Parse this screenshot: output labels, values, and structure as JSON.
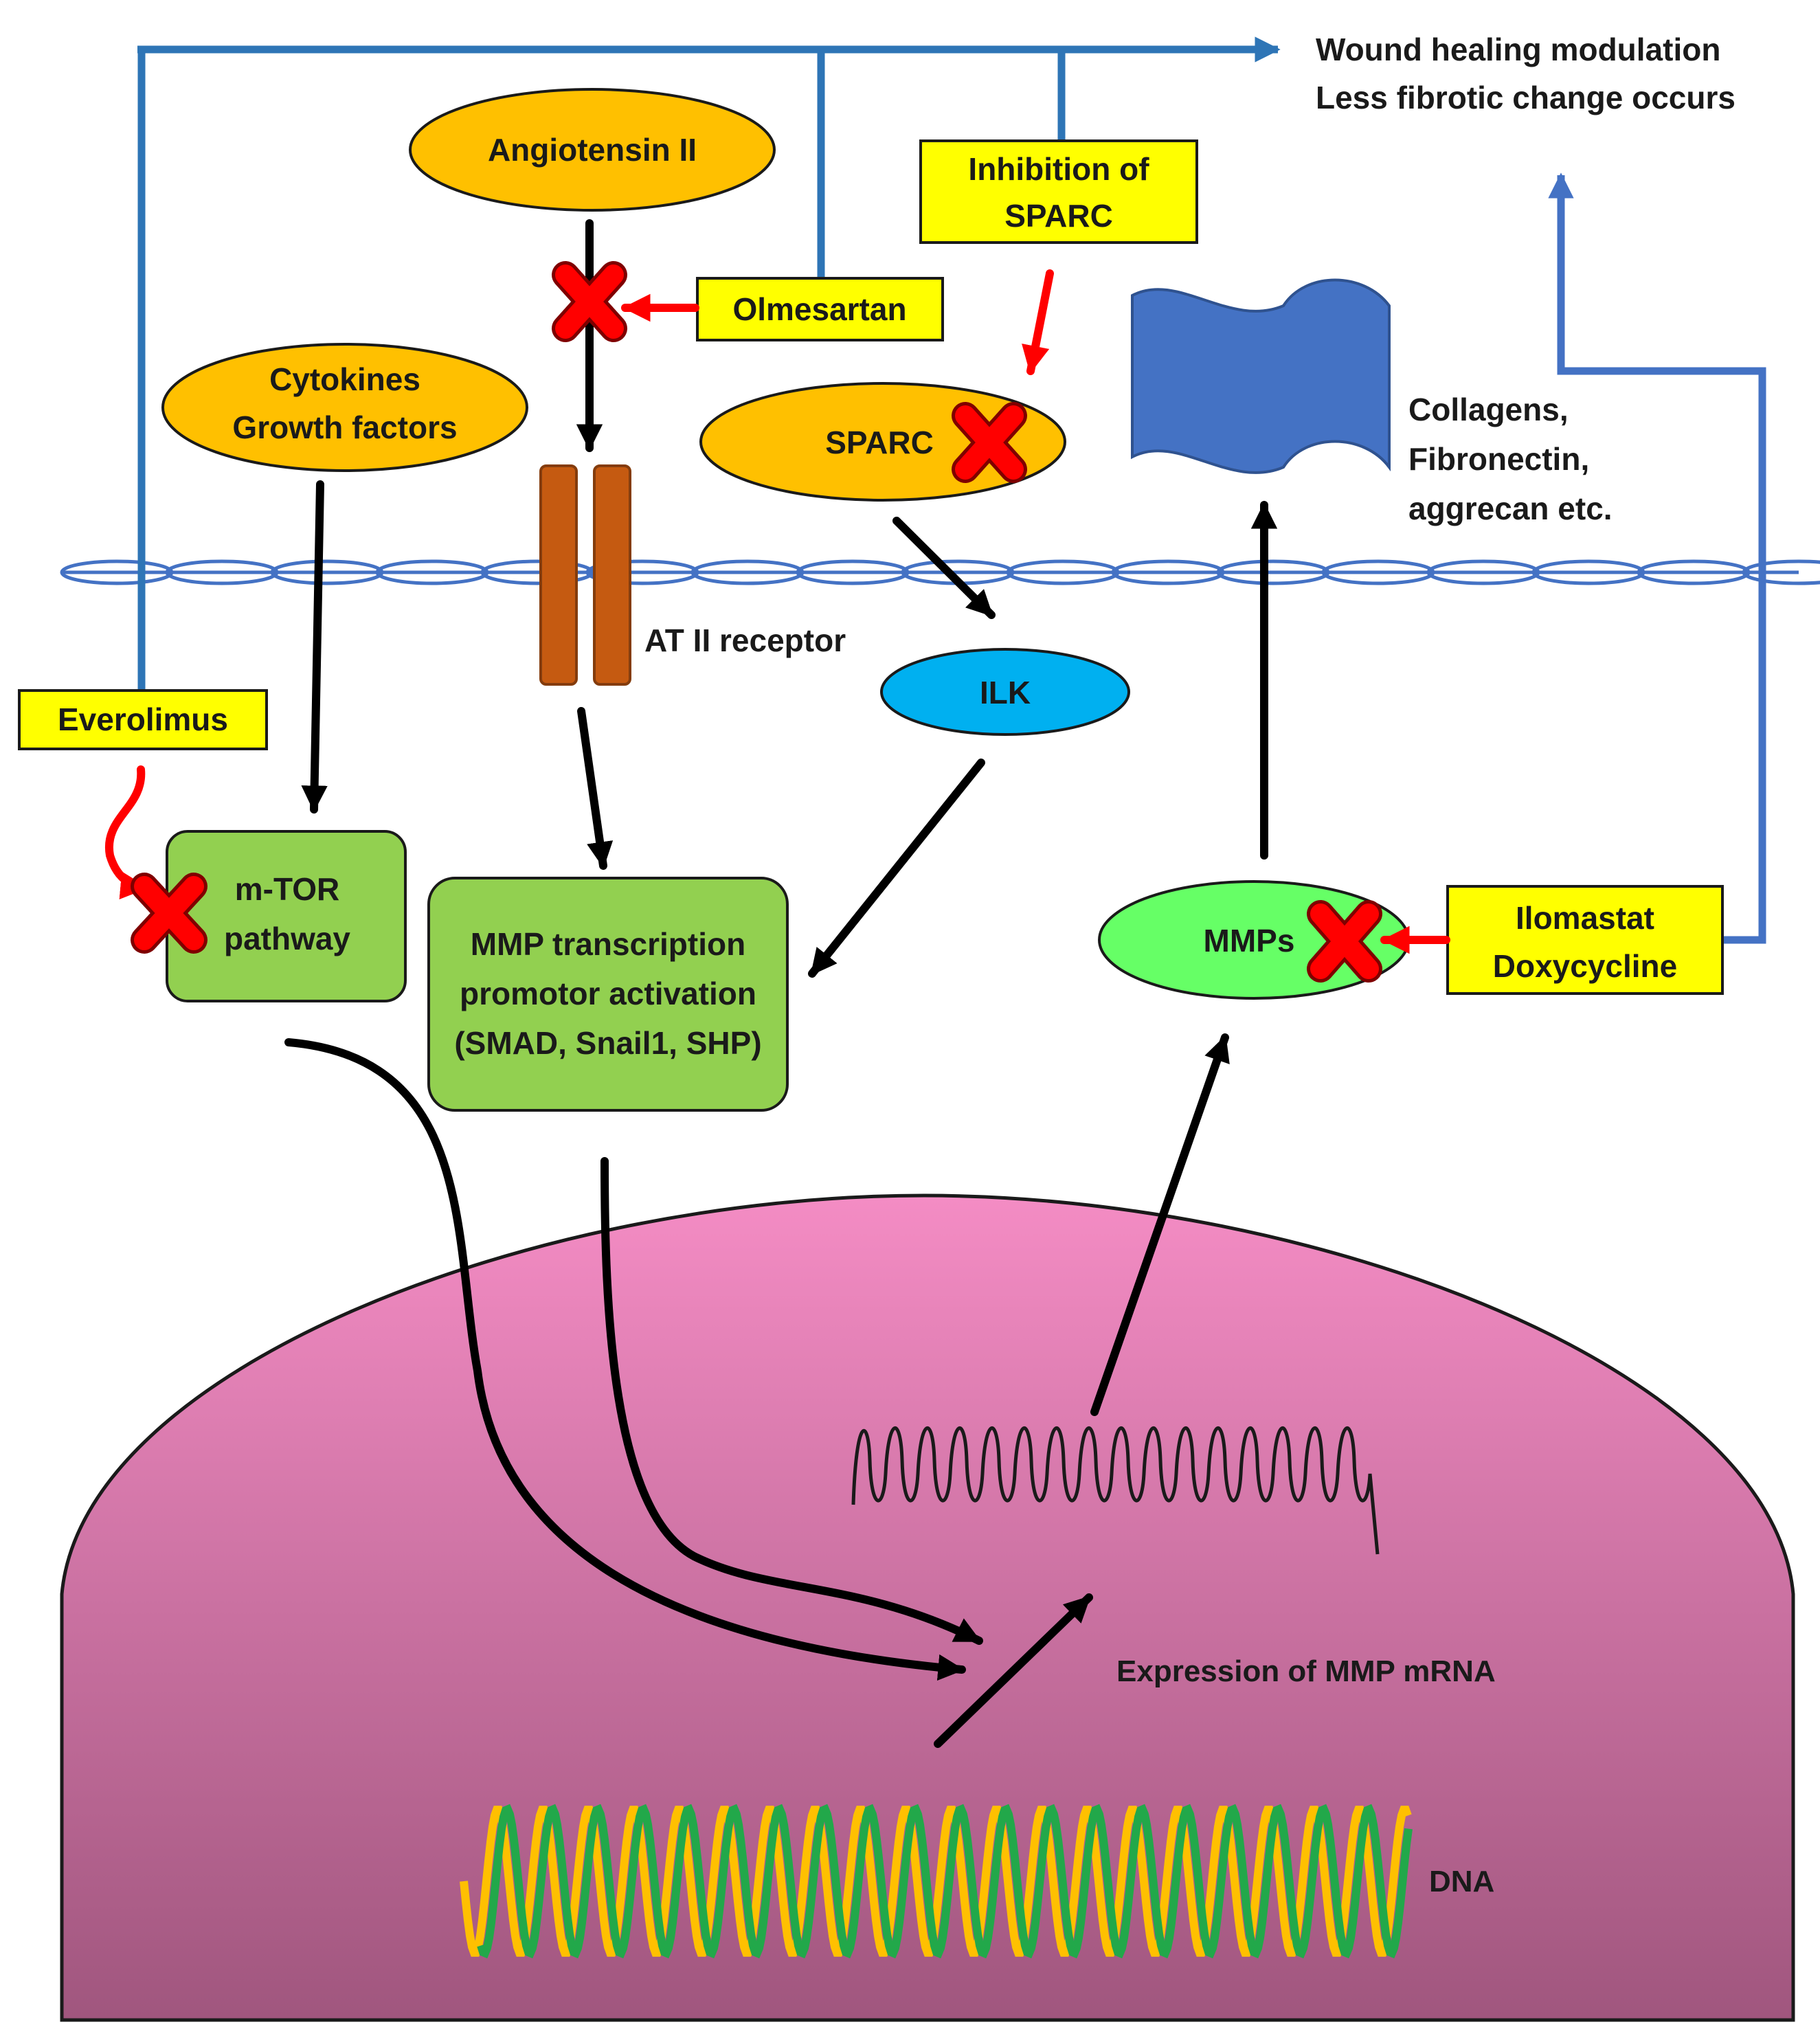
{
  "outcome": {
    "line1": "Wound healing modulation",
    "line2": "Less fibrotic change occurs"
  },
  "nodes": {
    "angiotensin": "Angiotensin II",
    "inhibition_sparc_line1": "Inhibition of",
    "inhibition_sparc_line2": "SPARC",
    "olmesartan": "Olmesartan",
    "cytokines_line1": "Cytokines",
    "cytokines_line2": "Growth factors",
    "sparc": "SPARC",
    "collagens_line1": "Collagens,",
    "collagens_line2": "Fibronectin,",
    "collagens_line3": "aggrecan etc.",
    "at2_receptor": "AT II receptor",
    "ilk": "ILK",
    "everolimus": "Everolimus",
    "mtor_line1": "m-TOR",
    "mtor_line2": "pathway",
    "mmp_tx_line1": "MMP transcription",
    "mmp_tx_line2": "promotor activation",
    "mmp_tx_line3": "(SMAD, Snail1, SHP)",
    "mmps": "MMPs",
    "ilomastat_line1": "Ilomastat",
    "ilomastat_line2": "Doxycycline",
    "mrna_label": "Expression of MMP mRNA",
    "dna_label": "DNA"
  },
  "colors": {
    "inhibitor_box": "#ffff00",
    "ligand_ellipse": "#ffc000",
    "pathway_box": "#92d050",
    "mmps_ellipse": "#66ff66",
    "ilk_ellipse": "#00b0f0",
    "receptor": "#c55a11",
    "flow_line": "#2e75b6",
    "membrane": "#4472c4",
    "inhibit_arrow": "#ff0000",
    "nucleus_top": "#f48cc4",
    "nucleus_bottom": "#a0567e",
    "dna_strand_a": "#ffc000",
    "dna_strand_b": "#22a84a"
  }
}
